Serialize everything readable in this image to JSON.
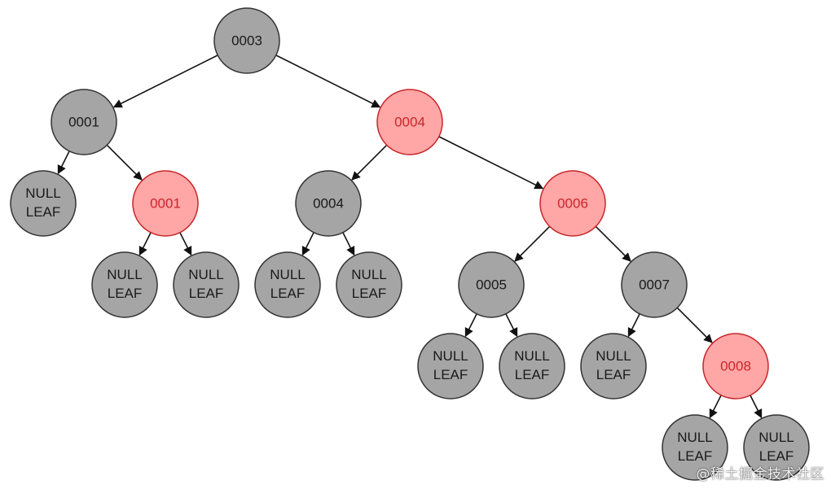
{
  "colors": {
    "black_node_fill": "#a5a5a5",
    "black_node_stroke": "#333333",
    "red_node_fill": "#ffa6a6",
    "red_node_stroke": "#c8262a",
    "black_text": "#1a1a1a",
    "red_text": "#c8262a",
    "edge": "#111111"
  },
  "nodes": [
    {
      "id": "n3",
      "label": "0003",
      "color": "black"
    },
    {
      "id": "n1",
      "label": "0001",
      "color": "black"
    },
    {
      "id": "n4r",
      "label": "0004",
      "color": "red"
    },
    {
      "id": "l1",
      "label": "NULL LEAF",
      "color": "black"
    },
    {
      "id": "n1r",
      "label": "0001",
      "color": "red"
    },
    {
      "id": "n4b",
      "label": "0004",
      "color": "black"
    },
    {
      "id": "n6",
      "label": "0006",
      "color": "red"
    },
    {
      "id": "l2",
      "label": "NULL LEAF",
      "color": "black"
    },
    {
      "id": "l3",
      "label": "NULL LEAF",
      "color": "black"
    },
    {
      "id": "l4",
      "label": "NULL LEAF",
      "color": "black"
    },
    {
      "id": "l5",
      "label": "NULL LEAF",
      "color": "black"
    },
    {
      "id": "n5",
      "label": "0005",
      "color": "black"
    },
    {
      "id": "n7",
      "label": "0007",
      "color": "black"
    },
    {
      "id": "l6",
      "label": "NULL LEAF",
      "color": "black"
    },
    {
      "id": "l7",
      "label": "NULL LEAF",
      "color": "black"
    },
    {
      "id": "l8",
      "label": "NULL LEAF",
      "color": "black"
    },
    {
      "id": "n8",
      "label": "0008",
      "color": "red"
    },
    {
      "id": "l9",
      "label": "NULL LEAF",
      "color": "black"
    },
    {
      "id": "l10",
      "label": "NULL LEAF",
      "color": "black"
    }
  ],
  "edges": [
    {
      "from": "n3",
      "to": "n1"
    },
    {
      "from": "n3",
      "to": "n4r"
    },
    {
      "from": "n1",
      "to": "l1"
    },
    {
      "from": "n1",
      "to": "n1r"
    },
    {
      "from": "n1r",
      "to": "l2"
    },
    {
      "from": "n1r",
      "to": "l3"
    },
    {
      "from": "n4r",
      "to": "n4b"
    },
    {
      "from": "n4r",
      "to": "n6"
    },
    {
      "from": "n4b",
      "to": "l4"
    },
    {
      "from": "n4b",
      "to": "l5"
    },
    {
      "from": "n6",
      "to": "n5"
    },
    {
      "from": "n6",
      "to": "n7"
    },
    {
      "from": "n5",
      "to": "l6"
    },
    {
      "from": "n5",
      "to": "l7"
    },
    {
      "from": "n7",
      "to": "l8"
    },
    {
      "from": "n7",
      "to": "n8"
    },
    {
      "from": "n8",
      "to": "l9"
    },
    {
      "from": "n8",
      "to": "l10"
    }
  ],
  "watermark": "@稀土掘金技术社区"
}
